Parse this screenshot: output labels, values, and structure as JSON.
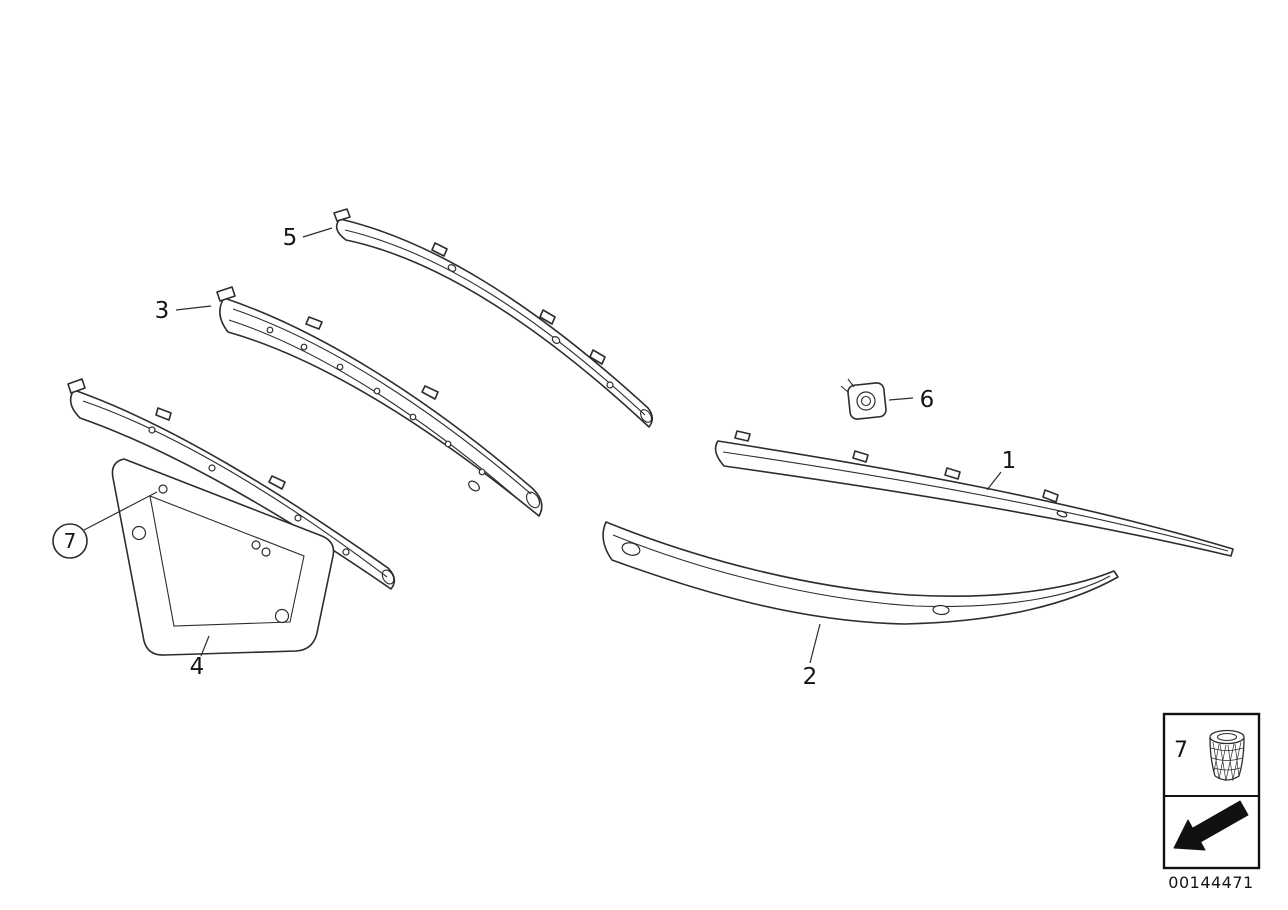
{
  "page": {
    "background": "#ffffff",
    "line_color": "#2d2d2d"
  },
  "callouts": [
    {
      "label": "1"
    },
    {
      "label": "2"
    },
    {
      "label": "3"
    },
    {
      "label": "4"
    },
    {
      "label": "5"
    },
    {
      "label": "6"
    },
    {
      "label": "7"
    }
  ],
  "inset": {
    "label": "7"
  },
  "footer": {
    "doc_number": "00144471"
  }
}
